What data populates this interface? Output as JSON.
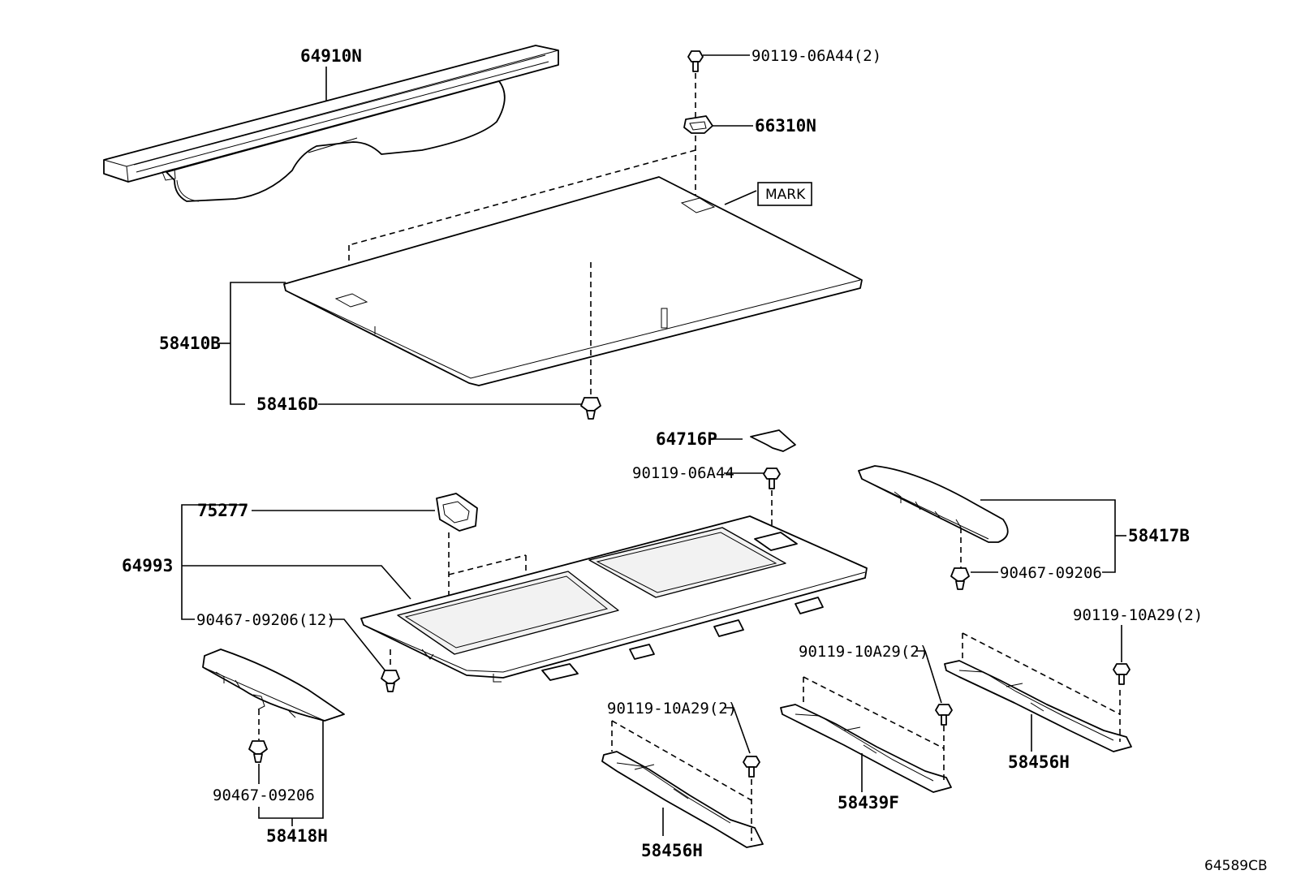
{
  "diagram": {
    "parts": {
      "cover_64910N": "64910N",
      "bolt_90119_06A44_2": "90119-06A44(2)",
      "clip_66310N": "66310N",
      "mark": "MARK",
      "board_58410B": "58410B",
      "clip_58416D": "58416D",
      "cap_64716P": "64716P",
      "bolt_90119_06A44": "90119-06A44",
      "part_75277": "75277",
      "tray_64993": "64993",
      "clip_90467_09206_12": "90467-09206(12)",
      "trim_58417B": "58417B",
      "clip_90467_09206_right": "90467-09206",
      "bolt_90119_10A29_2_right": "90119-10A29(2)",
      "bolt_90119_10A29_2_mid": "90119-10A29(2)",
      "bolt_90119_10A29_2_left": "90119-10A29(2)",
      "clip_90467_09206_left": "90467-09206",
      "trim_58418H": "58418H",
      "bracket_58456H_right": "58456H",
      "bracket_58439F": "58439F",
      "bracket_58456H_left": "58456H"
    },
    "figure_code": "64589CB"
  }
}
